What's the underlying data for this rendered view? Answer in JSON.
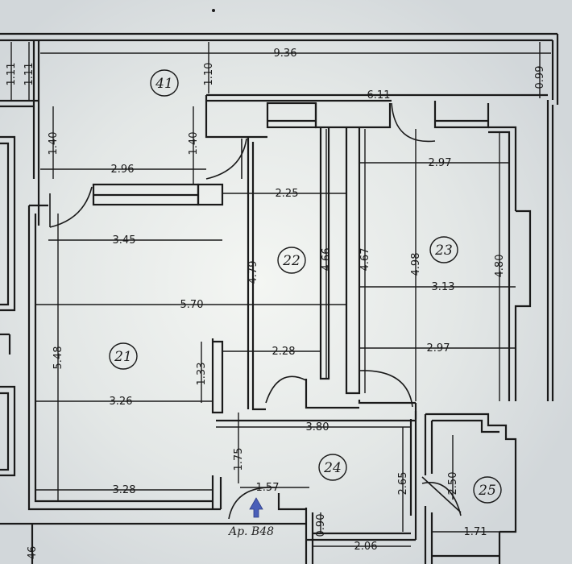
{
  "plan": {
    "dimensions": {
      "overall_width": "9.36",
      "left_a": "1.11",
      "left_b": "1.11",
      "hall41_h": "1.10",
      "right_top": "0.99",
      "corridor_w": "6.11",
      "left_140_a": "1.40",
      "left_140_b": "1.40",
      "w_296": "2.96",
      "w_225": "2.25",
      "w_297_top": "2.97",
      "w_345": "3.45",
      "h_479": "4.79",
      "h_466": "4.66",
      "h_467": "4.67",
      "h_498": "4.98",
      "h_480": "4.80",
      "w_313": "3.13",
      "w_570": "5.70",
      "h_548": "5.48",
      "h_133": "1.33",
      "w_228": "2.28",
      "w_297_bot": "2.97",
      "w_326": "3.26",
      "w_380": "3.80",
      "h_175": "1.75",
      "h_265": "2.65",
      "h_250": "2.50",
      "w_157": "1.57",
      "w_328": "3.28",
      "h_090": "0.90",
      "w_206": "2.06",
      "w_171": "1.71",
      "left_edge": "46"
    },
    "rooms": {
      "r41": "41",
      "r22": "22",
      "r23": "23",
      "r21": "21",
      "r24": "24",
      "r25": "25"
    },
    "entrance_label": "Ap. B48",
    "colors": {
      "ink": "#1a1a1a",
      "paper": "#e6e9ea",
      "arrow": "#4a5fb8"
    }
  }
}
